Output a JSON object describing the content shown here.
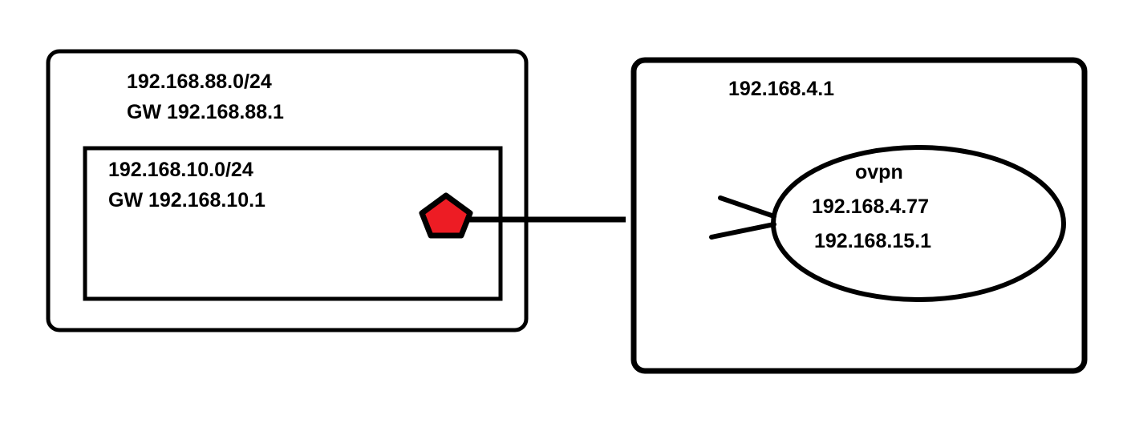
{
  "outer_network": {
    "subnet": "192.168.88.0/24",
    "gateway": "GW 192.168.88.1"
  },
  "inner_network": {
    "subnet": "192.168.10.0/24",
    "gateway": "GW 192.168.10.1"
  },
  "remote_host": {
    "address": "192.168.4.1"
  },
  "vpn": {
    "name": "ovpn",
    "address_1": "192.168.4.77",
    "address_2": "192.168.15.1"
  },
  "colors": {
    "endpoint_fill": "#ed1c24",
    "stroke": "#000000",
    "background": "#ffffff"
  },
  "icons": {
    "endpoint": "pentagon-icon"
  }
}
